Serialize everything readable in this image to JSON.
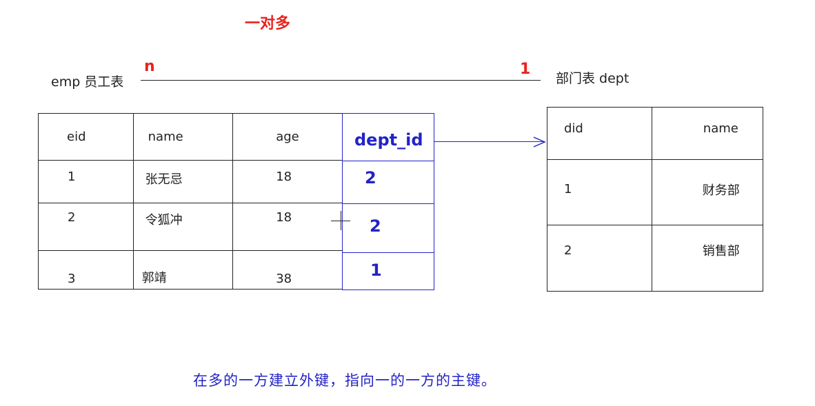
{
  "title": "一对多",
  "left_entity_label": "emp 员工表",
  "right_entity_label": "部门表  dept",
  "cardinality_many": "n",
  "cardinality_one": "1",
  "emp_table": {
    "headers": [
      "eid",
      "name",
      "age"
    ],
    "rows": [
      [
        "1",
        "张无忌",
        "18"
      ],
      [
        "2",
        "令狐冲",
        "18"
      ],
      [
        "3",
        "郭靖",
        "38"
      ]
    ]
  },
  "fk_column": {
    "header": "dept_id",
    "values": [
      "2",
      "2",
      "1"
    ]
  },
  "dept_table": {
    "headers": [
      "did",
      "name"
    ],
    "rows": [
      [
        "1",
        "财务部"
      ],
      [
        "2",
        "销售部"
      ]
    ]
  },
  "note": "在多的一方建立外键，指向一的一方的主键。",
  "colors": {
    "title": "#e8231b",
    "fk_blue": "#2323c8",
    "border": "#222222"
  }
}
